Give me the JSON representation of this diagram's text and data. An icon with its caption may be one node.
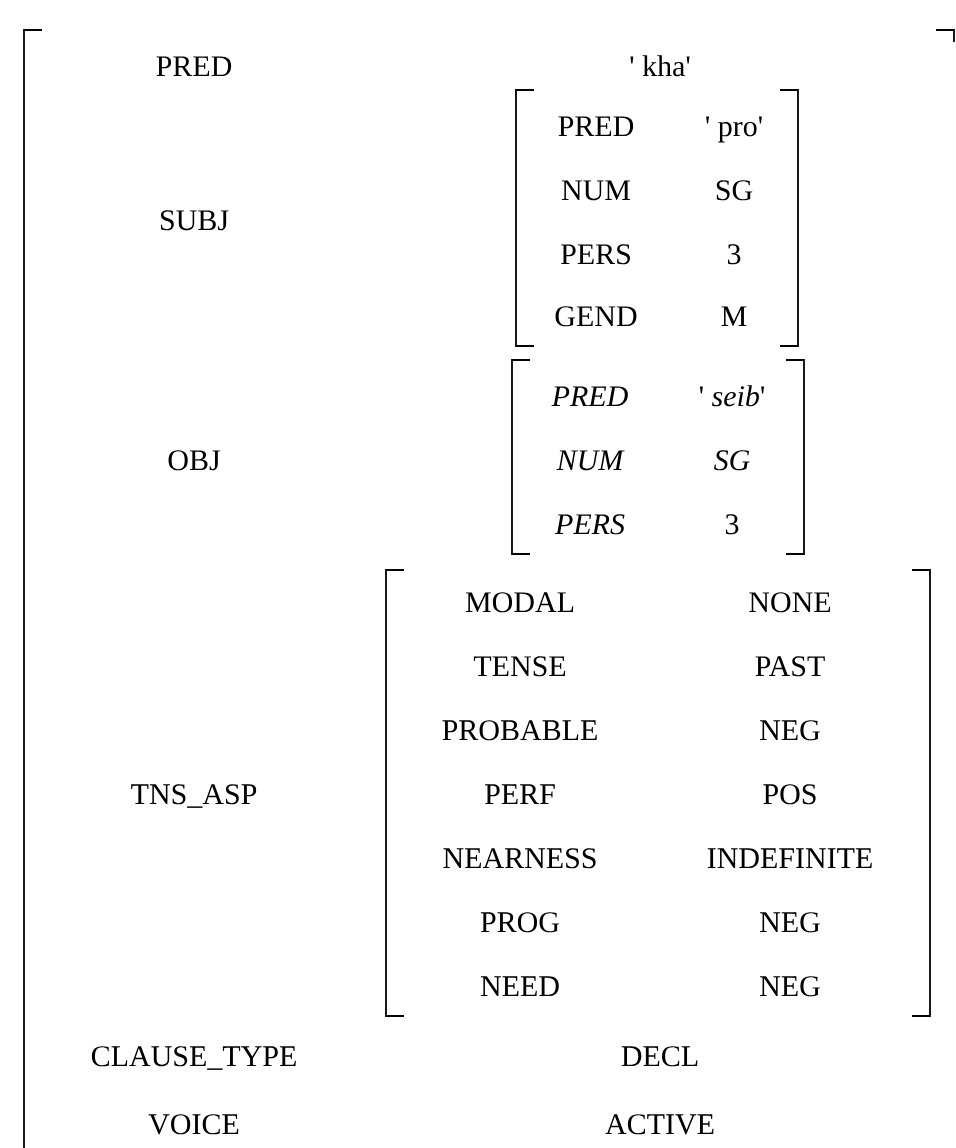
{
  "diagram": {
    "nodes": [
      {
        "text": [
          "PRED",
          "' kha'",
          "SUBJ",
          "OBJ",
          "TNS_ASP",
          "CLAUSE_TYPE",
          "DECL",
          "VOICE",
          "ACTIVE"
        ]
      },
      {
        "text": [
          "PRED",
          "' pro'",
          "NUM",
          "SG",
          "PERS",
          "3",
          "GEND",
          "M"
        ],
        "in": 0
      },
      {
        "text": [
          "PRED",
          "' *seib*'",
          "NUM",
          "SG",
          "PERS",
          "3"
        ],
        "in": 0
      },
      {
        "text": [
          "MODAL",
          "NONE",
          "TENSE",
          "PAST",
          "PROBABLE",
          "NEG",
          "PERF",
          "POS",
          "NEARNESS",
          "INDEFINITE",
          "PROG",
          "NEG",
          "NEED",
          "NEG"
        ],
        "in": 0
      }
    ]
  }
}
